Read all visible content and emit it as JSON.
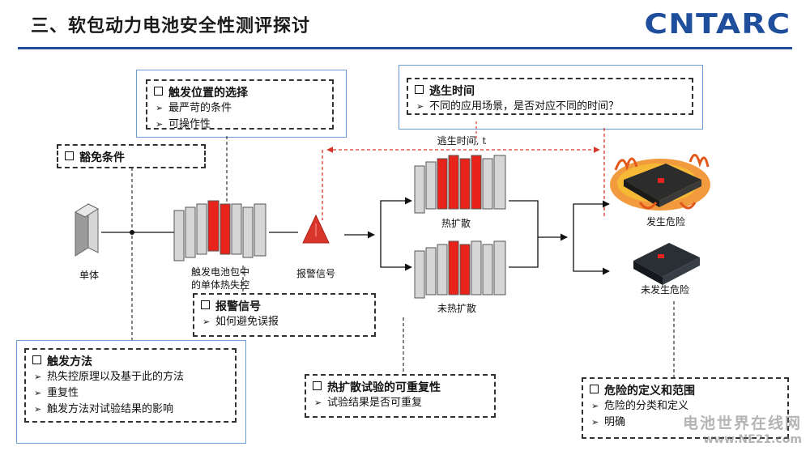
{
  "header": {
    "title": "三、软包动力电池安全性测评探讨",
    "logo_text": "CNTARC"
  },
  "boxes": {
    "trigger_position": {
      "title": "触发位置的选择",
      "items": [
        "最严苛的条件",
        "可操作性"
      ]
    },
    "escape_time": {
      "title": "逃生时间",
      "items": [
        "不同的应用场景，是否对应不同的时间？"
      ]
    },
    "exemption": {
      "title": "豁免条件"
    },
    "alarm_signal": {
      "title": "报警信号",
      "items": [
        "如何避免误报"
      ]
    },
    "trigger_method": {
      "title": "触发方法",
      "items": [
        "热失控原理以及基于此的方法",
        "重复性",
        "触发方法对试验结果的影响"
      ]
    },
    "repeatability": {
      "title": "热扩散试验的可重复性",
      "items": [
        "试验结果是否可重复"
      ]
    },
    "danger_def": {
      "title": "危险的定义和范围",
      "items": [
        "危险的分类和定义",
        "明确"
      ]
    }
  },
  "diagram": {
    "single_cell": "单体",
    "trigger_pack": [
      "触发电池包中",
      "的单体热失控"
    ],
    "alarm": "报警信号",
    "escape_time_label": "逃生时间, t",
    "spread": "热扩散",
    "no_spread": "未热扩散",
    "danger": "发生危险",
    "no_danger": "未发生危险"
  },
  "watermark": {
    "line1": "电池世界在线网",
    "line2": "www.NE21.com"
  },
  "colors": {
    "accent_blue": "#1f4e9c",
    "frame_blue": "#6a9bd3",
    "red_cell": "#e8231b",
    "grey_cell": "#c8c8c8",
    "dashed_red": "#d9362b"
  }
}
